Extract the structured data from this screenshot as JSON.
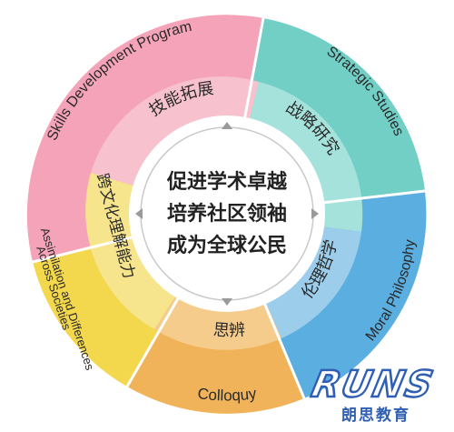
{
  "center": {
    "lines": [
      "促进学术卓越",
      "培养社区领袖",
      "成为全球公民"
    ]
  },
  "segments": [
    {
      "key": "skills",
      "en": "Skills Development Program",
      "cn": "技能拓展",
      "color": "#f4a3b8",
      "inner": "#f7c1cd"
    },
    {
      "key": "strategy",
      "en": "Strategic Studies",
      "cn": "战略研究",
      "color": "#72cfc6",
      "inner": "#a6e2dc"
    },
    {
      "key": "moral",
      "en": "Moral Philosophy",
      "cn": "伦理哲学",
      "color": "#5aaee0",
      "inner": "#9ccdeb"
    },
    {
      "key": "colloquy",
      "en": "Colloquy",
      "cn": "思辨",
      "color": "#f0b35a",
      "inner": "#f6cc8c"
    },
    {
      "key": "assim",
      "en": [
        "Assimilation and Differences",
        "Across Societies"
      ],
      "cn": "跨文化理解能力",
      "color": "#f3d84e",
      "inner": "#f7e58d"
    }
  ],
  "logo": {
    "word": "RUNS",
    "cn": "朗思教育",
    "color": "#2f5fb3"
  }
}
